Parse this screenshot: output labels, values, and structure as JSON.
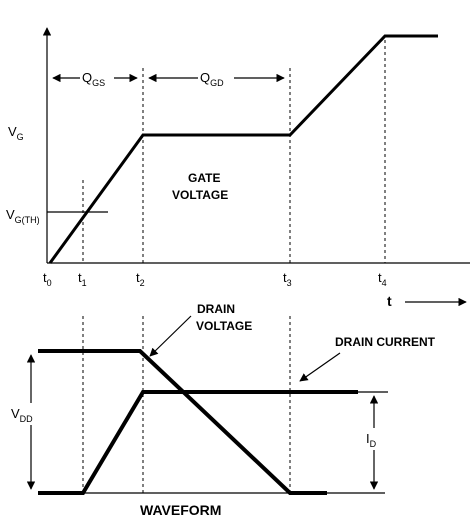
{
  "labels": {
    "vg": "V",
    "vg_sub": "G",
    "vgth": "V",
    "vgth_sub": "G(TH)",
    "qgs": "Q",
    "qgs_sub": "GS",
    "qgd": "Q",
    "qgd_sub": "GD",
    "gate_line1": "GATE",
    "gate_line2": "VOLTAGE",
    "t": "t",
    "t0": "t",
    "t0_sub": "0",
    "t1": "t",
    "t1_sub": "1",
    "t2": "t",
    "t2_sub": "2",
    "t3": "t",
    "t3_sub": "3",
    "t4": "t",
    "t4_sub": "4",
    "drain_line1": "DRAIN",
    "drain_line2": "VOLTAGE",
    "drain_current": "DRAIN CURRENT",
    "vdd": "V",
    "vdd_sub": "DD",
    "id": "I",
    "id_sub": "D",
    "waveform": "WAVEFORM"
  }
}
